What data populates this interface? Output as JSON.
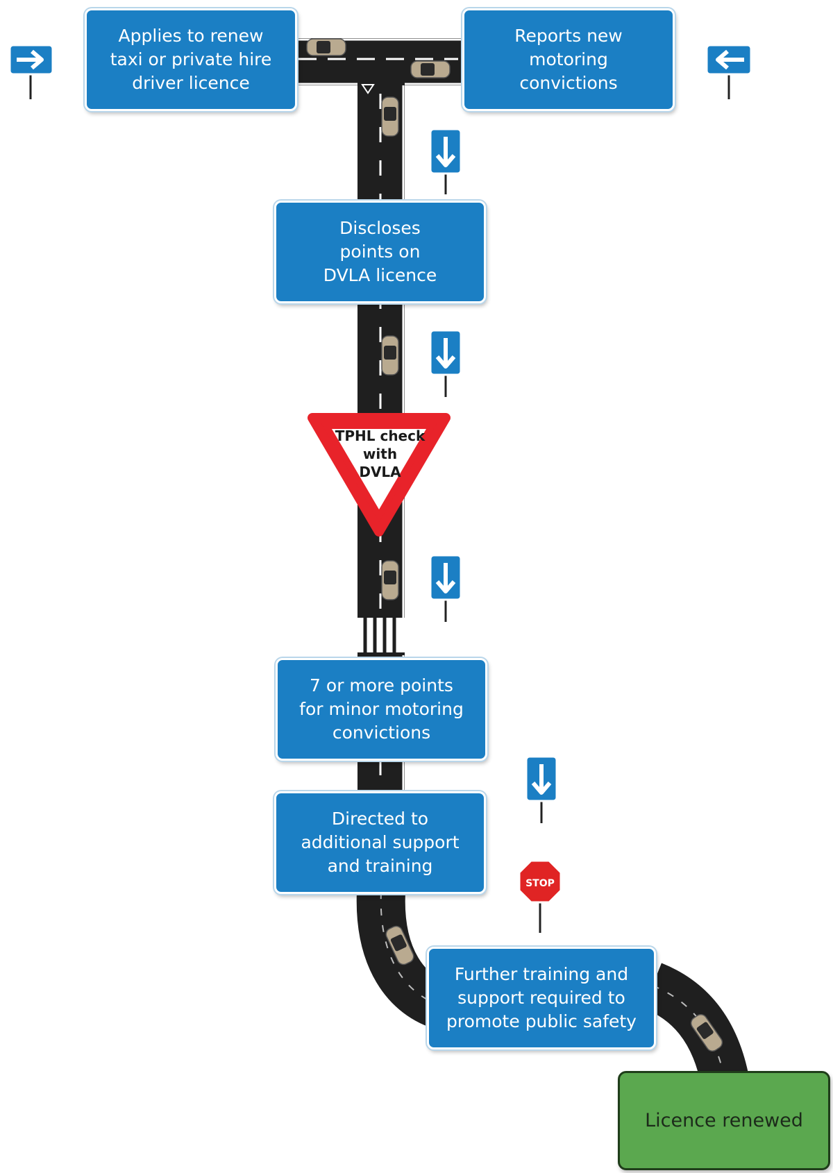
{
  "steps": [
    {
      "id": "apply",
      "text": "Applies to renew\ntaxi or private hire\ndriver licence"
    },
    {
      "id": "report",
      "text": "Reports new\nmotoring\nconvictions"
    },
    {
      "id": "disclose",
      "text": "Discloses\npoints on\nDVLA licence"
    },
    {
      "id": "points",
      "text": "7 or more points\nfor minor motoring\nconvictions"
    },
    {
      "id": "directed",
      "text": "Directed to\nadditional support\nand training"
    },
    {
      "id": "further",
      "text": "Further training and\nsupport required to\npromote public safety"
    },
    {
      "id": "renewed",
      "text": "Licence renewed"
    }
  ],
  "check_sign": {
    "text": "TPHL check\nwith\nDVLA"
  },
  "stop_sign": {
    "text": "STOP"
  },
  "colors": {
    "box_blue": "#1b7fc4",
    "road": "#1f1f1f",
    "give_way_red": "#e8232a",
    "stop_red": "#e02424",
    "renewed_green": "#5ba84f"
  }
}
